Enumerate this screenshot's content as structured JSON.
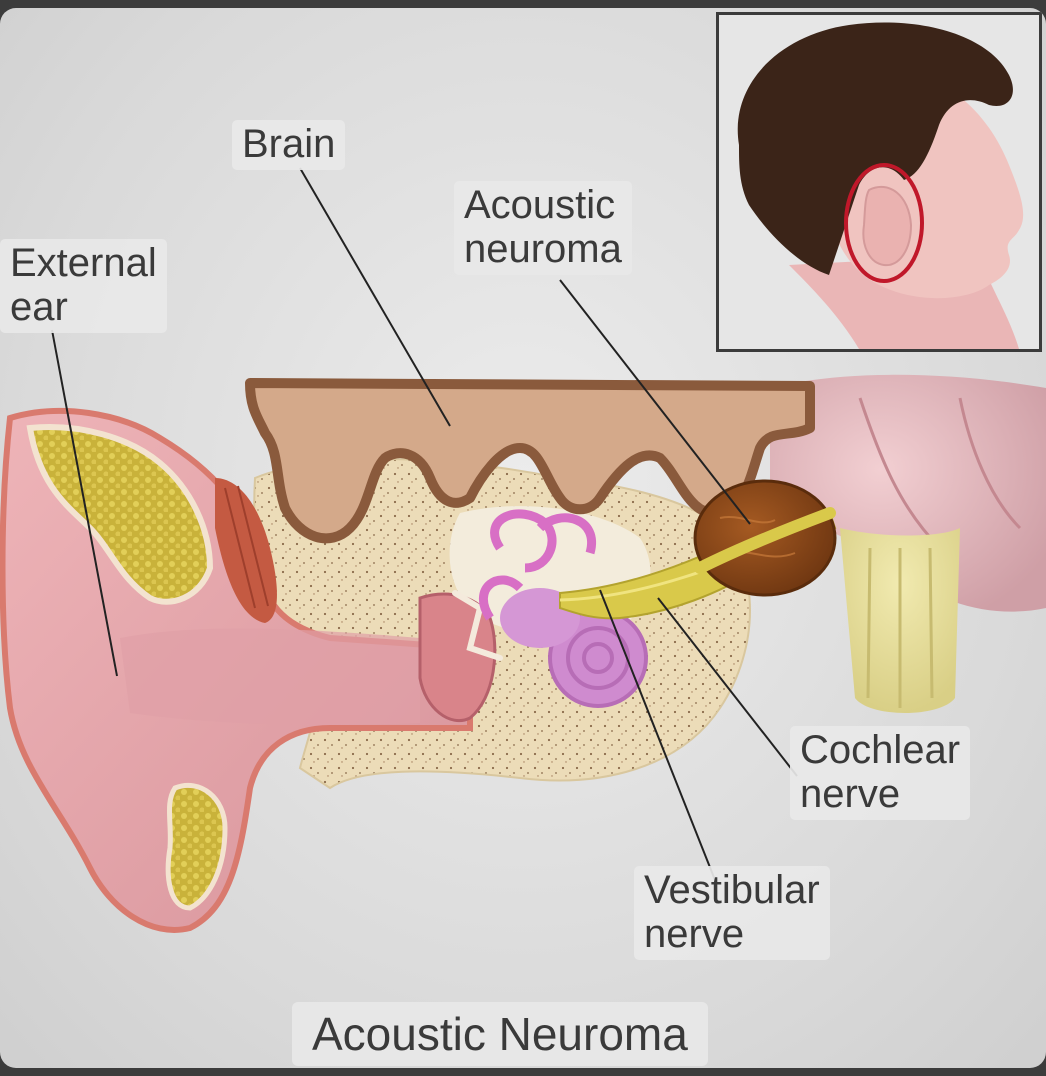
{
  "title": "Acoustic Neuroma",
  "labels": {
    "brain": [
      "Brain"
    ],
    "external_ear": [
      "External",
      "ear"
    ],
    "acoustic_neuroma": [
      "Acoustic",
      "neuroma"
    ],
    "cochlear_nerve": [
      "Cochlear",
      "nerve"
    ],
    "vestibular_nerve": [
      "Vestibular",
      "nerve"
    ]
  },
  "colors": {
    "skin": "#e7a6ab",
    "brain": "#d4a98a",
    "brain_outline": "#8a5a3c",
    "bone": "#ecdcb8",
    "nerve": "#d9c94a",
    "tumor": "#8a4a1e",
    "cochlea": "#d08bd0",
    "inset_circle": "#c0182a",
    "hair": "#3b2418"
  },
  "icons": {
    "inset": "head-profile-icon"
  }
}
